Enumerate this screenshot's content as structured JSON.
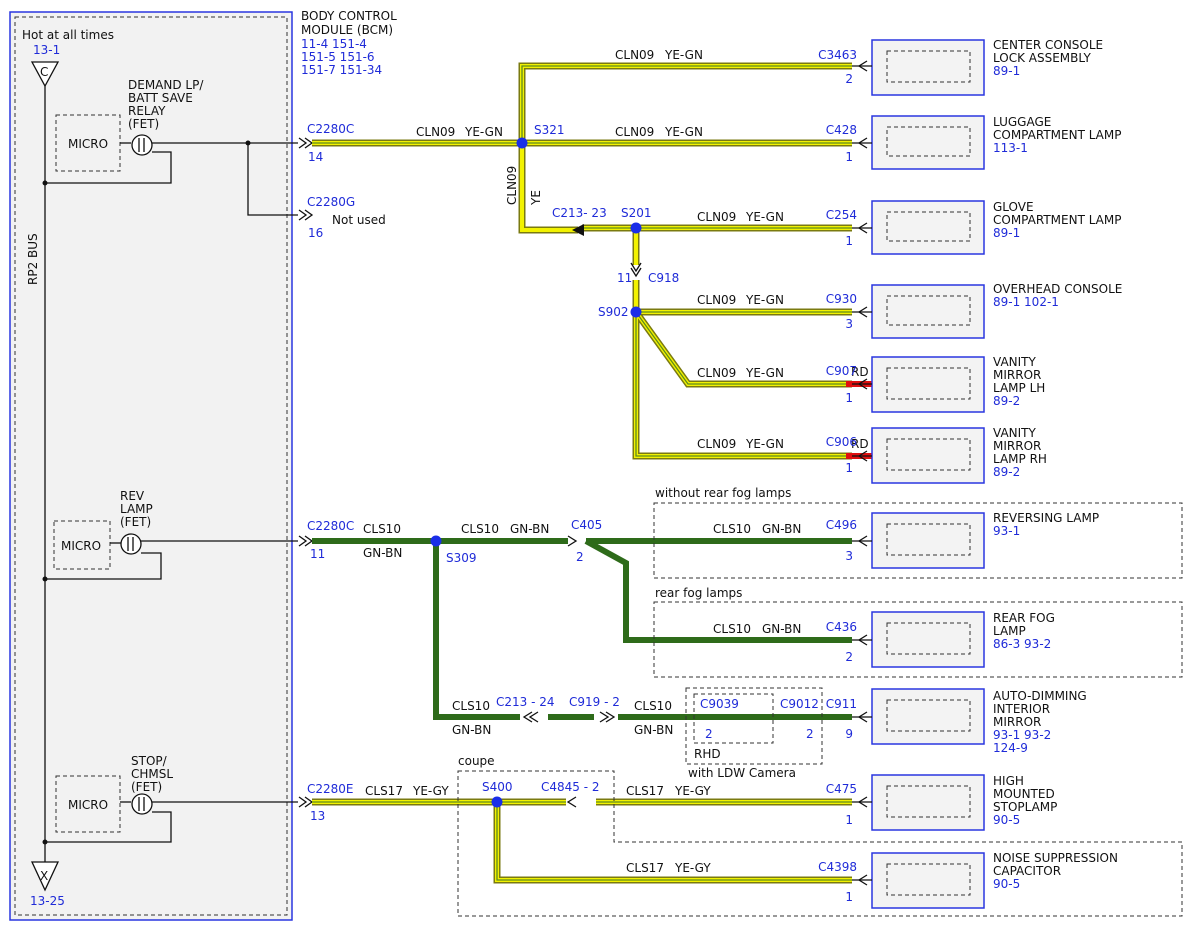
{
  "module": {
    "title_line1": "BODY CONTROL",
    "title_line2": "MODULE (BCM)",
    "ref_line1": "11-4  151-4",
    "ref_line2": "151-5 151-6",
    "ref_line3": "151-7  151-34"
  },
  "left_panel": {
    "hot_label": "Hot at all times",
    "hot_ref": "13-1",
    "bus_label": "RP2 BUS",
    "top_connector_letter": "C",
    "bottom_connector_letter": "X",
    "bottom_ref": "13-25",
    "micro_label": "MICRO",
    "relay1_l1": "DEMAND LP/",
    "relay1_l2": "BATT SAVE",
    "relay1_l3": "RELAY",
    "relay1_l4": "(FET)",
    "relay2_l1": "REV",
    "relay2_l2": "LAMP",
    "relay2_l3": "(FET)",
    "relay3_l1": "STOP/",
    "relay3_l2": "CHMSL",
    "relay3_l3": "(FET)"
  },
  "bcm_pins": {
    "p1_conn": "C2280C",
    "p1_pin": "14",
    "p2_conn": "C2280G",
    "p2_pin": "16",
    "p2_note": "Not used",
    "p3_conn": "C2280C",
    "p3_pin": "11",
    "p4_conn": "C2280E",
    "p4_pin": "13"
  },
  "circuits": {
    "cln09": "CLN09",
    "ye_gn": "YE-GN",
    "ye": "YE",
    "cls10": "CLS10",
    "gn_bn": "GN-BN",
    "cls17": "CLS17",
    "ye_gy": "YE-GY",
    "rd": "RD"
  },
  "splices": {
    "s321": "S321",
    "s201": "S201",
    "s902": "S902",
    "s309": "S309",
    "s400": "S400"
  },
  "inline_connectors": {
    "c213_23": "C213- 23",
    "c918": "C918",
    "c918_pin": "11",
    "c405": "C405",
    "c405_pin": "2",
    "c213_24": "C213 - 24",
    "c919_2": "C919 - 2",
    "c9039": "C9039",
    "c9039_pin": "2",
    "c9012": "C9012",
    "c9012_pin": "2",
    "rhd": "RHD",
    "ldw": "with LDW Camera",
    "c4845_2": "C4845 - 2"
  },
  "groups": {
    "without_fog": "without rear fog lamps",
    "rear_fog": "rear fog lamps",
    "coupe": "coupe"
  },
  "components": [
    {
      "conn": "C3463",
      "pin": "2",
      "name_lines": [
        "CENTER CONSOLE",
        "LOCK ASSEMBLY"
      ],
      "ref": "89-1"
    },
    {
      "conn": "C428",
      "pin": "1",
      "name_lines": [
        "LUGGAGE",
        "COMPARTMENT LAMP"
      ],
      "ref": "113-1"
    },
    {
      "conn": "C254",
      "pin": "1",
      "name_lines": [
        "GLOVE",
        "COMPARTMENT LAMP"
      ],
      "ref": "89-1"
    },
    {
      "conn": "C930",
      "pin": "3",
      "name_lines": [
        "OVERHEAD CONSOLE"
      ],
      "ref": "89-1   102-1"
    },
    {
      "conn": "C907",
      "pin": "1",
      "name_lines": [
        "VANITY",
        "MIRROR",
        "LAMP LH"
      ],
      "ref": "89-2"
    },
    {
      "conn": "C906",
      "pin": "1",
      "name_lines": [
        "VANITY",
        "MIRROR",
        "LAMP RH"
      ],
      "ref": "89-2"
    },
    {
      "conn": "C496",
      "pin": "3",
      "name_lines": [
        "REVERSING LAMP"
      ],
      "ref": "93-1"
    },
    {
      "conn": "C436",
      "pin": "2",
      "name_lines": [
        "REAR FOG",
        "LAMP"
      ],
      "ref": "86-3   93-2"
    },
    {
      "conn": "C911",
      "pin": "9",
      "name_lines": [
        "AUTO-DIMMING",
        "INTERIOR",
        "MIRROR"
      ],
      "ref": "93-1   93-2",
      "ref2": "124-9"
    },
    {
      "conn": "C475",
      "pin": "1",
      "name_lines": [
        "HIGH",
        "MOUNTED",
        "STOPLAMP"
      ],
      "ref": "90-5"
    },
    {
      "conn": "C4398",
      "pin": "1",
      "name_lines": [
        "NOISE SUPPRESSION",
        "CAPACITOR"
      ],
      "ref": "90-5"
    }
  ],
  "colors": {
    "connector_blue": "#1f2bd8",
    "wire_yellow": "#f2f200",
    "wire_green": "#2e6b1a",
    "wire_red": "#e01010",
    "panel_border": "#2a36e0"
  }
}
